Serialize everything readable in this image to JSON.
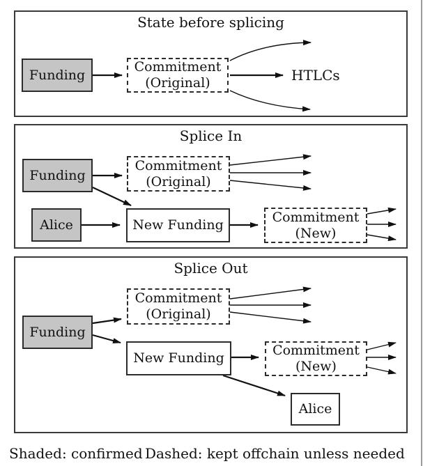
{
  "panels": [
    {
      "title": "State before splicing",
      "funding_label": "Funding",
      "commitment_original": {
        "line1": "Commitment",
        "line2": "(Original)"
      },
      "htlcs_label": "HTLCs"
    },
    {
      "title": "Splice In",
      "funding_label": "Funding",
      "alice_label": "Alice",
      "new_funding_label": "New Funding",
      "commitment_original": {
        "line1": "Commitment",
        "line2": "(Original)"
      },
      "commitment_new": {
        "line1": "Commitment",
        "line2": "(New)"
      }
    },
    {
      "title": "Splice Out",
      "funding_label": "Funding",
      "alice_label": "Alice",
      "new_funding_label": "New Funding",
      "commitment_original": {
        "line1": "Commitment",
        "line2": "(Original)"
      },
      "commitment_new": {
        "line1": "Commitment",
        "line2": "(New)"
      }
    }
  ],
  "legend": {
    "shaded": "Shaded: confirmed",
    "dashed": "Dashed: kept offchain unless needed"
  },
  "colors": {
    "shaded_fill": "#c5c5c5",
    "panel_border": "#3a3a3a",
    "node_border": "#2b2b2b",
    "arrow": "#111111",
    "window_edge": "#9a9a9a"
  }
}
